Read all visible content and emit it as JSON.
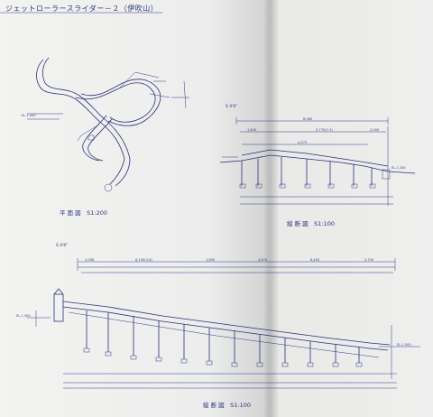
{
  "document": {
    "title": "ジェットローラースライダー－２（伊吹山）",
    "labels": {
      "plan": "平 面 図　S1:200",
      "section_top": "縦 断 図　S1:100",
      "section_bottom": "縦 断 図　S1:100"
    },
    "notes": {
      "top_section_scale": "S 4'6\"",
      "bottom_section_scale": "S 4'6\"",
      "dims_top": [
        "8,980",
        "1,840",
        "5,770(1.3)",
        "4,375",
        "2,000"
      ],
      "dims_bottom": [
        "2,008",
        "8,100(3.6)",
        "1,850",
        "4,870",
        "8,400",
        "5,755"
      ],
      "elevation_marks": [
        "EL.1,440",
        "EL.1,160",
        "EL.1,300",
        "EL.1,500"
      ]
    },
    "colors": {
      "ink": "#29317a",
      "paper": "#f0f0ee",
      "spine_shadow": "#c9cac8"
    }
  }
}
